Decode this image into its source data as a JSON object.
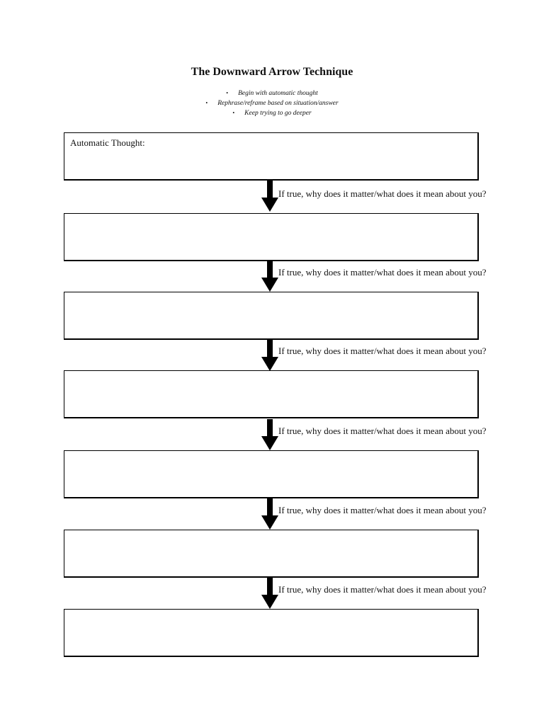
{
  "title": "The Downward Arrow Technique",
  "bullets": [
    "Begin with automatic thought",
    "Rephrase/reframe based on situation/answer",
    "Keep trying to go deeper"
  ],
  "bullet_glyph": "•",
  "first_box_label": "Automatic Thought:",
  "arrow_prompts": [
    "If true, why does it matter/what does it mean about you?",
    "If true, why does it matter/what does it mean about you?",
    "If true, why does it matter/what does it mean about you?",
    "If true, why does it matter/what does it mean about you?",
    "If true, why does it matter/what does it mean about you?",
    "If true, why does it matter/what does it mean about you?"
  ],
  "box_count": 7,
  "arrow_icon": "down-arrow-icon"
}
